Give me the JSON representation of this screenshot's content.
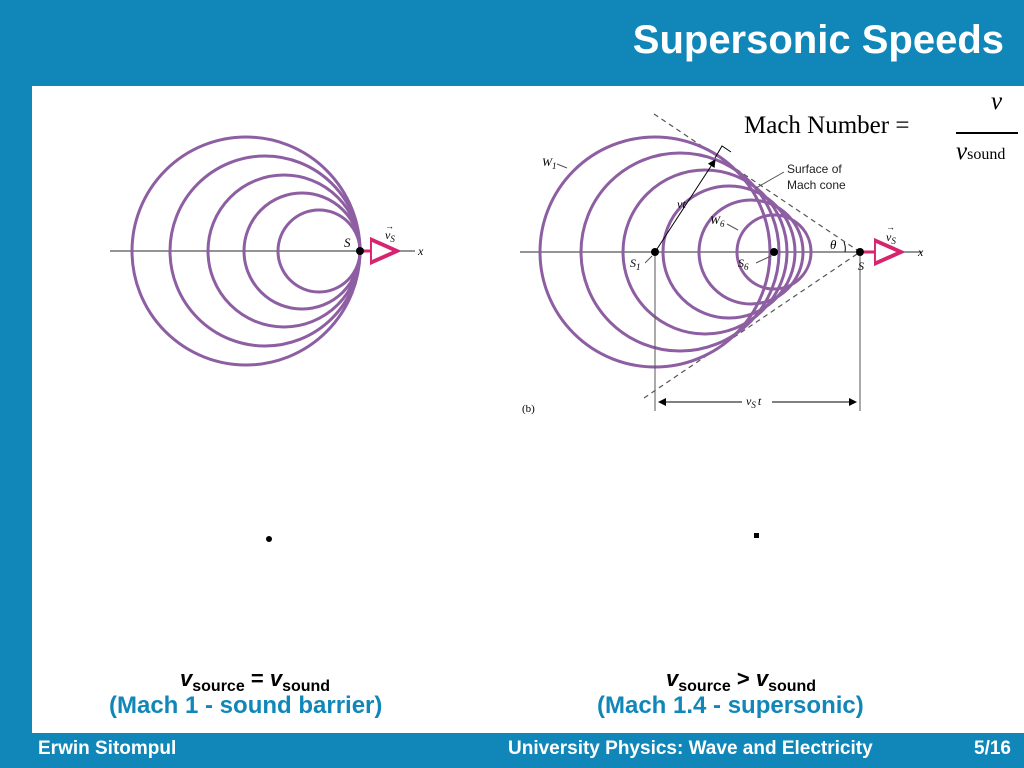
{
  "slide": {
    "title": "Supersonic Speeds",
    "formula": {
      "lhs": "Mach Number =",
      "numerator": "v",
      "denominator_var": "v",
      "denominator_sub": "sound"
    },
    "figure_left": {
      "source_label": "S",
      "velocity_label": "v",
      "velocity_sub": "S",
      "axis_label": "x"
    },
    "figure_right": {
      "wavefront_first": "W",
      "wavefront_first_sub": "1",
      "wavefront_sixth": "W",
      "wavefront_sixth_sub": "6",
      "position_first": "S",
      "position_first_sub": "1",
      "position_sixth": "S",
      "position_sixth_sub": "6",
      "source_label": "S",
      "velocity_label": "v",
      "velocity_sub": "S",
      "axis_label": "x",
      "vt_label": "vt",
      "cone_label_line1": "Surface of",
      "cone_label_line2": "Mach cone",
      "angle_label": "θ",
      "distance_label": "v",
      "distance_sub": "S",
      "distance_t": "t",
      "panel_label": "(b)"
    },
    "left_caption": {
      "v1": "v",
      "sub1": "source",
      "op": "=",
      "v2": "v",
      "sub2": "sound",
      "mach": "(Mach 1 - sound barrier)"
    },
    "right_caption": {
      "v1": "v",
      "sub1": "source",
      "op": ">",
      "v2": "v",
      "sub2": "sound",
      "mach": "(Mach 1.4 - supersonic)"
    },
    "footer": {
      "author": "Erwin Sitompul",
      "course": "University Physics: Wave and Electricity",
      "page": "5/16"
    },
    "colors": {
      "header_bg": "#1087b8",
      "accent_text": "#1087b8",
      "wave": "#8e5ea2",
      "velocity_arrow": "#d6246e"
    }
  }
}
